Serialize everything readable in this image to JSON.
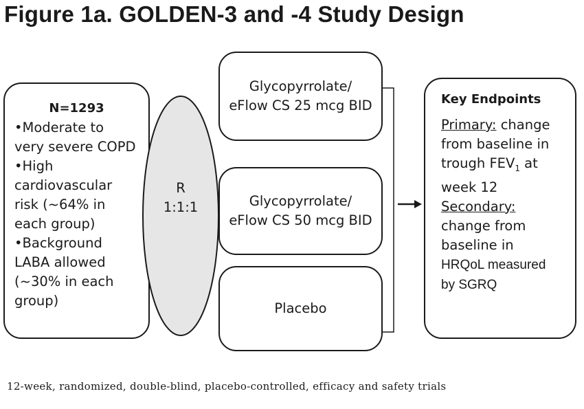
{
  "title": "Figure 1a. GOLDEN-3 and -4 Study Design",
  "population": {
    "n": "N=1293",
    "items": [
      "•Moderate to\nvery severe COPD",
      "•High\ncardiovascular\nrisk (~64% in\neach group)",
      "•Background\nLABA allowed\n(~30% in each\ngroup)"
    ]
  },
  "randomization": "R\n1:1:1",
  "arms": [
    "Glycopyrrolate/\neFlow CS 25 mcg BID",
    "Glycopyrrolate/\neFlow CS 50 mcg BID",
    "Placebo"
  ],
  "endpoints": {
    "header": "Key Endpoints",
    "primary_label": "Primary:",
    "primary_text_1": " change",
    "primary_text_2": "from baseline in",
    "primary_text_3": "trough FEV",
    "primary_sub": "1",
    "primary_text_4": " at",
    "primary_text_5": "week 12",
    "secondary_label": "Secondary:",
    "secondary_text_1": "change from",
    "secondary_text_2": "baseline in",
    "secondary_text_3": "HRQoL measured",
    "secondary_text_4": "by SGRQ"
  },
  "footer": "12-week, randomized, double-blind, placebo-controlled, efficacy and safety trials"
}
